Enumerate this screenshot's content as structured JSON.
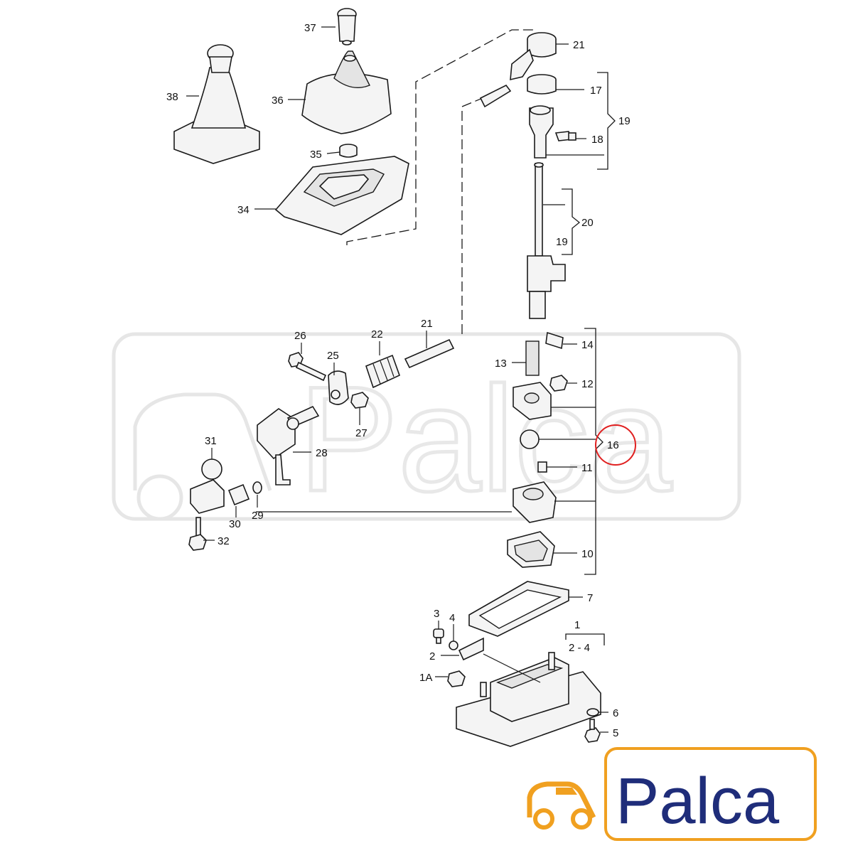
{
  "watermark": {
    "text": "Palca"
  },
  "highlight": {
    "label": "16",
    "color": "#e02020"
  },
  "callouts": [
    {
      "id": "37",
      "label": "37"
    },
    {
      "id": "38",
      "label": "38"
    },
    {
      "id": "36",
      "label": "36"
    },
    {
      "id": "35",
      "label": "35"
    },
    {
      "id": "34",
      "label": "34"
    },
    {
      "id": "21a",
      "label": "21"
    },
    {
      "id": "17",
      "label": "17"
    },
    {
      "id": "19a",
      "label": "19"
    },
    {
      "id": "18",
      "label": "18"
    },
    {
      "id": "20",
      "label": "20"
    },
    {
      "id": "19b",
      "label": "19"
    },
    {
      "id": "14",
      "label": "14"
    },
    {
      "id": "13",
      "label": "13"
    },
    {
      "id": "12",
      "label": "12"
    },
    {
      "id": "16",
      "label": "16"
    },
    {
      "id": "11",
      "label": "11"
    },
    {
      "id": "10",
      "label": "10"
    },
    {
      "id": "26",
      "label": "26"
    },
    {
      "id": "25",
      "label": "25"
    },
    {
      "id": "22",
      "label": "22"
    },
    {
      "id": "21b",
      "label": "21"
    },
    {
      "id": "27",
      "label": "27"
    },
    {
      "id": "28",
      "label": "28"
    },
    {
      "id": "31",
      "label": "31"
    },
    {
      "id": "30",
      "label": "30"
    },
    {
      "id": "29",
      "label": "29"
    },
    {
      "id": "32",
      "label": "32"
    },
    {
      "id": "7",
      "label": "7"
    },
    {
      "id": "3",
      "label": "3"
    },
    {
      "id": "4",
      "label": "4"
    },
    {
      "id": "1",
      "label": "1"
    },
    {
      "id": "2-4",
      "label": "2 - 4"
    },
    {
      "id": "2",
      "label": "2"
    },
    {
      "id": "1A",
      "label": "1A"
    },
    {
      "id": "6",
      "label": "6"
    },
    {
      "id": "5",
      "label": "5"
    }
  ],
  "logo": {
    "text": "Palca",
    "text_color": "#1f2d7a",
    "border_color": "#f0a020",
    "car_color": "#f0a020"
  }
}
